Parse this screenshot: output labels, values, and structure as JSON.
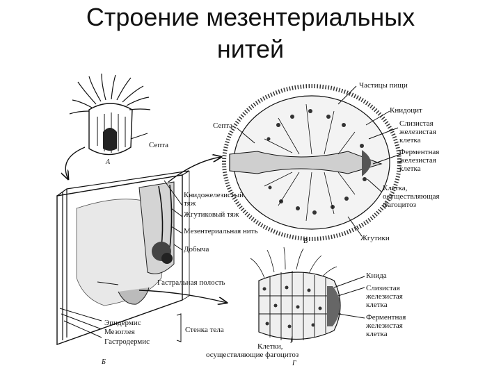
{
  "title": {
    "line1": "Строение мезентериальных",
    "line2": "нитей"
  },
  "labels": {
    "septa_a": "Септа",
    "letter_a": "А",
    "septa_b": "Септа",
    "cnido_glandular_1": "Книдожелезистый",
    "cnido_glandular_2": "тяж",
    "flagellar_cord": "Жгутиковый тяж",
    "mesenterial_filament": "Мезентериальная нить",
    "prey": "Добыча",
    "gastral_cavity": "Гастральная полость",
    "epidermis": "Эпидермис",
    "mesoglea": "Мезоглея",
    "gastrodermis": "Гастродермис",
    "body_wall": "Стенка тела",
    "letter_b": "Б",
    "food_particles": "Частицы пищи",
    "cnidocyte": "Книдоцит",
    "mucous_cell_1": "Слизистая",
    "mucous_cell_2": "железистая",
    "mucous_cell_3": "клетка",
    "enzyme_cell_1": "Ферментная",
    "enzyme_cell_2": "железистая",
    "enzyme_cell_3": "клетка",
    "phago_cell_1": "Клетка,",
    "phago_cell_2": "осуществляющая",
    "phago_cell_3": "фагоцитоз",
    "letter_v": "В",
    "flagella": "Жгутики",
    "cnida": "Книда",
    "mucous2_1": "Слизистая",
    "mucous2_2": "железистая",
    "mucous2_3": "клетка",
    "enzyme2_1": "Ферментная",
    "enzyme2_2": "железистая",
    "enzyme2_3": "клетка",
    "phago2_1": "Клетки,",
    "phago2_2": "осуществляющие фагоцитоз",
    "letter_g": "Г"
  },
  "colors": {
    "ink": "#111111",
    "background": "#ffffff"
  }
}
